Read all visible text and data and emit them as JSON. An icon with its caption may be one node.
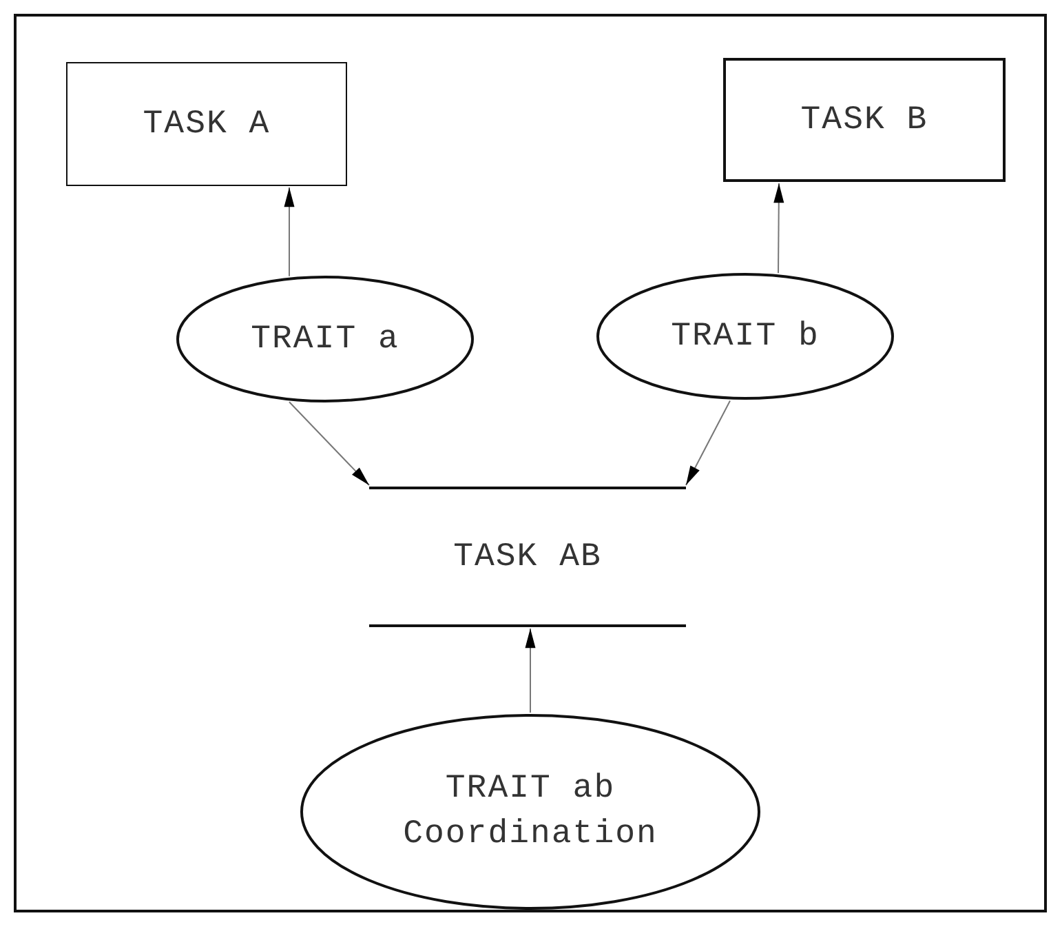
{
  "diagram": {
    "nodes": [
      {
        "text": [
          "TASK A"
        ]
      },
      {
        "text": [
          "TASK B"
        ]
      },
      {
        "text": [
          "TRAIT a"
        ]
      },
      {
        "text": [
          "TRAIT b"
        ]
      },
      {
        "text": [
          "TASK AB"
        ]
      },
      {
        "text": [
          "TRAIT ab",
          "Coordination"
        ]
      }
    ],
    "edges": [
      {
        "from": 2,
        "to": 0,
        "arrow": "to"
      },
      {
        "from": 3,
        "to": 1,
        "arrow": "to"
      },
      {
        "from": 2,
        "to": 4,
        "arrow": "to"
      },
      {
        "from": 3,
        "to": 4,
        "arrow": "to"
      },
      {
        "from": 5,
        "to": 4,
        "arrow": "to"
      }
    ]
  }
}
